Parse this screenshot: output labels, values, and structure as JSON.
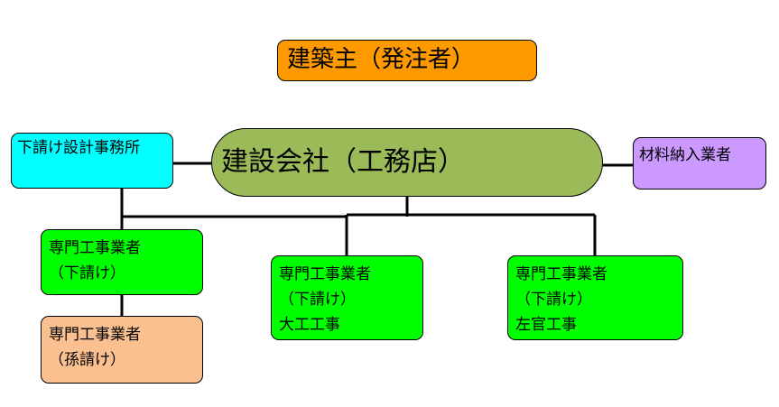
{
  "nodes": {
    "owner": {
      "label": "建築主（発注者）"
    },
    "design_office": {
      "label": "下請け設計事務所"
    },
    "contractor": {
      "label": "建設会社（工務店）"
    },
    "supplier": {
      "label": "材料納入業者"
    },
    "sub_general": {
      "line1": "専門工事業者",
      "line2": "（下請け）"
    },
    "sub_sub": {
      "line1": "専門工事業者",
      "line2": "（孫請け）"
    },
    "sub_carpentry": {
      "line1": "専門工事業者",
      "line2": "（下請け）",
      "line3": "大工工事"
    },
    "sub_plastering": {
      "line1": "専門工事業者",
      "line2": "（下請け）",
      "line3": "左官工事"
    }
  },
  "colors": {
    "owner": "#ff9900",
    "design_office": "#00ffff",
    "contractor": "#9bbb59",
    "supplier": "#cc99ff",
    "subcontractor": "#00ff00",
    "sub_subcontractor": "#fac090",
    "connector": "#000000"
  }
}
